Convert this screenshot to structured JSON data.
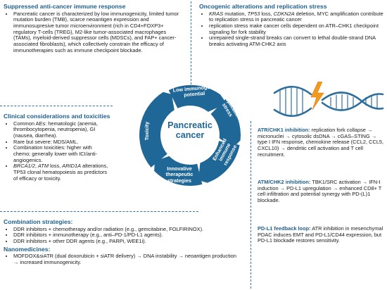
{
  "panels": {
    "suppressed": {
      "title": "Suppressed anti-cancer immune response",
      "body": "Pancreatic cancer is characterized by low immunogenicity, limited tumor mutation burden (TMB), scarce neoantigen expression and immunosupresive tumor microenvironment (rich in CD4+FOXP3+ regulatory T-cells (TREG), M2-like tumor-associated macrophages (TAMs), myeloid-derived suppressor cells (MDSCs), and FAP+ cancer-associated fibroblasts), which collectively constrain the efficacy of immunotherapies such as immune checkpoint blockade."
    },
    "oncogenic": {
      "title": "Oncogenic alterations and replication stress",
      "items": [
        "KRAS mutation, TP53 loss, CDKN2A deletion, MYC amplification contribute to replication stress in pancreatic cancer",
        "replication stress make cancer cells dependent on  ATR–CHK1 checkpoint signaling for fork stability",
        "unrepaired single-strand breaks can convert to lethal double-strand DNA breaks activating ATM-CHK2 axis"
      ]
    },
    "clinical": {
      "title": "Clinical considerations and toxicities",
      "items": [
        "Common AEs: hematologic (anemia, thrombocytopenia, neutropenia), GI (nausea, diarrhea).",
        "Rare but severe: MDS/AML.",
        "Combination toxicities: higher with chemo; generally lower with ICI/anti-angiogenics.",
        "BRCA1/2, ATM loss, ARID1A alterations, TP53 clonal hematopoiesis as predictors of efficacy or toxicity."
      ]
    },
    "atr_chk1": {
      "title": "ATR/CHK1 inhibition:",
      "text": "replication fork collapse → micronuclei → cytosolic dsDNA → cGAS–STING → type I IFN response, chemokine release (CCL2, CCL5, CXCL10) → dendritic cell activation and T cell recruitment."
    },
    "atm_chk2": {
      "title": "ATM/CHK2 inhibition:",
      "text": "TBK1/SRC activation → IFN-I induction → PD-L1 upregulation → enhanced CD8+ T cell infiltration and potential synergy with PD-(L)1 blockade."
    },
    "pdl1": {
      "title": "PD-L1 feedback loop:",
      "text": "ATR inhibition in mesenchymal PDAC induces EMT and PD-L1/CD44 expression, but PD-L1 blockade restores sensitivity."
    },
    "combination": {
      "title": "Combination strategies:",
      "items": [
        "DDR inhibitors + chemotherapy and/or radiation (e.g., gemcitabine, FOLFIRINOX).",
        "DDR inhibitors + immunotherapy (e.g., anti–PD-1/PD-L1 agents).",
        "DDR inhibitors + other DDR agents (e.g., PARPi, WEE1i)."
      ]
    },
    "nanomedicines": {
      "title": "Nanomedicines:",
      "items": [
        "MOFDOX&siATR (dual doxorubicin + siATR delivery) → DNA instability → neoantigen production → increased immunogenicity."
      ]
    }
  },
  "cycle": {
    "center_line1": "Pancreatic",
    "center_line2": "cancer",
    "segments": [
      {
        "l1": "Low immunogenic",
        "l2": "potential"
      },
      {
        "l1": "Replication",
        "l2": "stress"
      },
      {
        "l1": "Enhanced",
        "l2": "immune",
        "l3": "response"
      },
      {
        "l1": "Innovative",
        "l2": "therapeutic",
        "l3": "strategies"
      },
      {
        "l1": "Toxicity"
      }
    ]
  },
  "colors": {
    "accent": "#1f5f8b",
    "ring": "#1f6796",
    "divider": "#2c74a8",
    "dna": "#2f6f9e",
    "spark": "#f29a1f"
  },
  "icons": [
    "dna-break-icon",
    "lightning-icon"
  ]
}
